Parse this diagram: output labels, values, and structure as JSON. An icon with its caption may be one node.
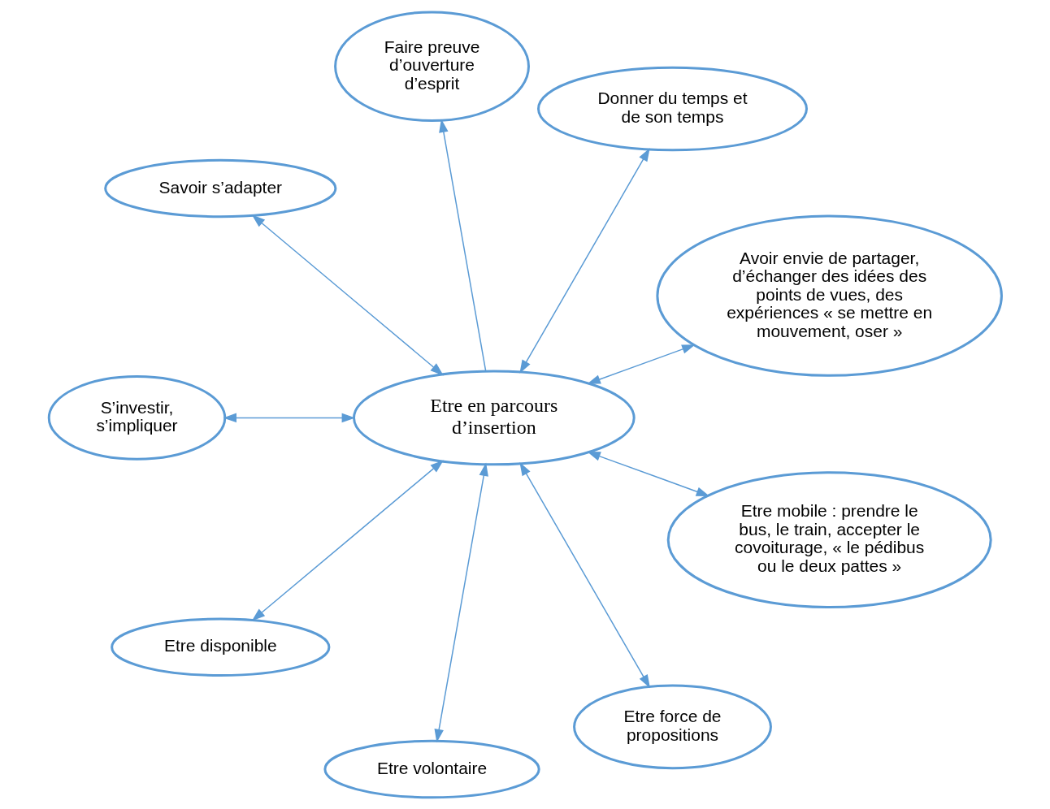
{
  "diagram": {
    "nodes": [
      {
        "text": [
          "Avoir envie de partager, d’échanger des idées des points de vues, des expériences « se mettre en mouvement, oser »"
        ]
      },
      {
        "text": [
          "Donner du temps et de son temps"
        ]
      },
      {
        "text": [
          "Faire preuve d’ouverture d’esprit"
        ]
      },
      {
        "text": [
          "Savoir s’adapter"
        ]
      },
      {
        "text": [
          "Etre en parcours d’insertion"
        ]
      },
      {
        "text": [
          "S’investir, s’impliquer"
        ]
      },
      {
        "text": [
          "Etre disponible"
        ]
      },
      {
        "text": [
          "Etre volontaire"
        ]
      },
      {
        "text": [
          "Etre force de propositions"
        ]
      },
      {
        "text": [
          "Etre mobile : prendre le bus, le train, accepter le covoiturage, « le pédibus ou le deux pattes »"
        ]
      }
    ],
    "edges": [
      {
        "from": 4,
        "to": 0,
        "arrow": "both"
      },
      {
        "from": 4,
        "to": 1,
        "arrow": "both"
      },
      {
        "from": 4,
        "to": 2,
        "arrow": "to"
      },
      {
        "from": 4,
        "to": 3,
        "arrow": "both"
      },
      {
        "from": 4,
        "to": 5,
        "arrow": "both"
      },
      {
        "from": 4,
        "to": 6,
        "arrow": "both"
      },
      {
        "from": 4,
        "to": 7,
        "arrow": "both"
      },
      {
        "from": 4,
        "to": 8,
        "arrow": "both"
      },
      {
        "from": 4,
        "to": 9,
        "arrow": "both"
      }
    ]
  }
}
